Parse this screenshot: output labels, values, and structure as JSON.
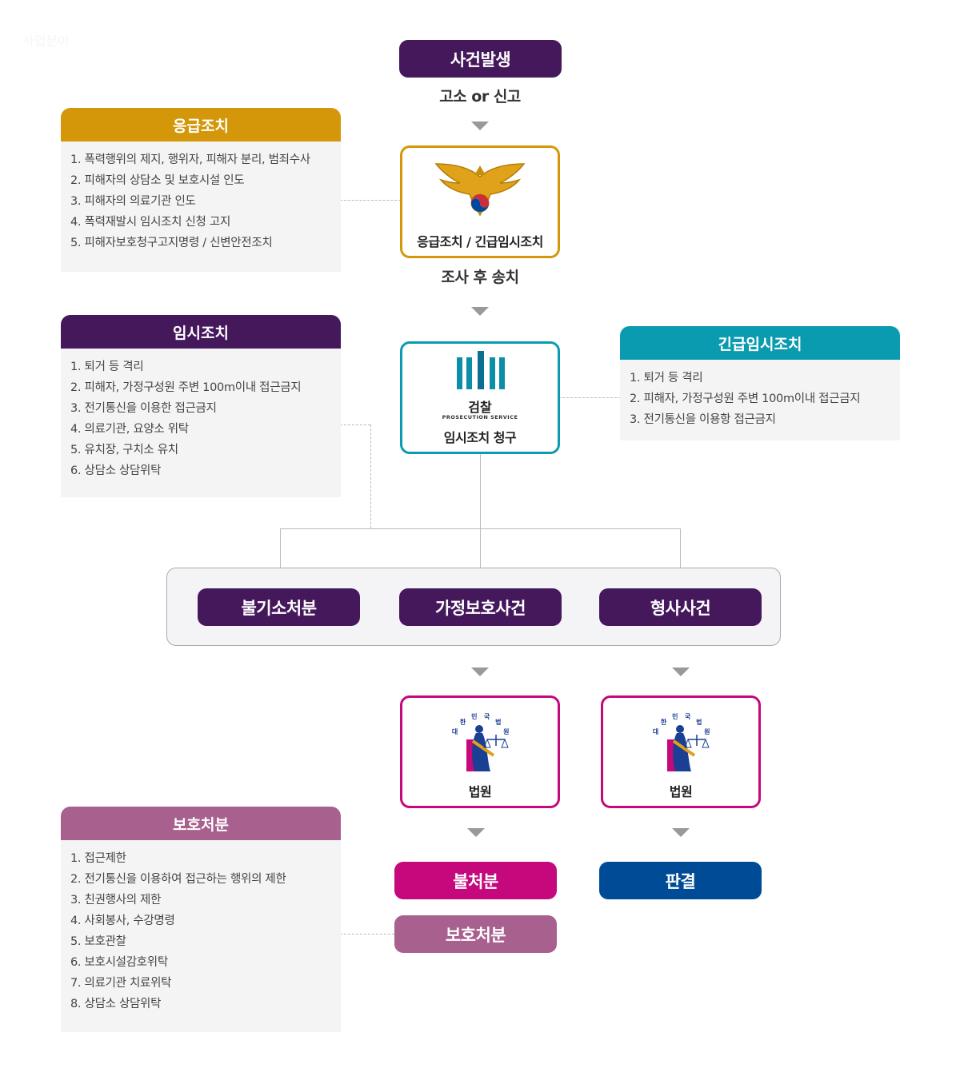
{
  "watermark": "사업분야",
  "flow": {
    "incident": "사건발생",
    "report_caption": "고소 or 신고",
    "police_label": "응급조치 / 긴급임시조치",
    "investigation_caption": "조사 후 송치",
    "prosecution_brand": "검찰",
    "prosecution_brand_en": "PROSECUTION SERVICE",
    "prosecution_label": "임시조치 청구",
    "outcomes": [
      "불기소처분",
      "가정보호사건",
      "형사사건"
    ],
    "court_label": "법원",
    "court_seal_text": "대한민국법원",
    "result_no_disposition": "불처분",
    "result_protective": "보호처분",
    "result_judgment": "판결"
  },
  "panels": {
    "emergency": {
      "title": "응급조치",
      "items": [
        "1. 폭력행위의 제지, 행위자, 피해자 분리, 범죄수사",
        "2. 피해자의 상담소 및 보호시설 인도",
        "3. 피해자의 의료기관 인도",
        "4. 폭력재발시 임시조치 신청 고지",
        "5. 피해자보호청구고지명령 / 신변안전조치"
      ]
    },
    "temporary": {
      "title": "임시조치",
      "items": [
        "1. 퇴거 등 격리",
        "2. 피해자, 가정구성원 주변 100m이내 접근금지",
        "3. 전기통신을 이용한 접근금지",
        "4. 의료기관, 요양소 위탁",
        "5. 유치장, 구치소 유치",
        "6. 상담소 상담위탁"
      ]
    },
    "urgent_temporary": {
      "title": "긴급임시조치",
      "items": [
        "1. 퇴거 등 격리",
        "2. 피해자, 가정구성원 주변 100m이내 접근금지",
        "3. 전기통신을 이용항 접근금지"
      ]
    },
    "protective": {
      "title": "보호처분",
      "items": [
        "1. 접근제한",
        "2. 전기통신을 이용하여 접근하는 행위의 제한",
        "3. 친권행사의 제한",
        "4. 사회봉사, 수강명령",
        "5. 보호관찰",
        "6. 보호시설감호위탁",
        "7. 의료기관 치료위탁",
        "8. 상담소 상담위탁"
      ]
    }
  },
  "colors": {
    "purple": "#45185c",
    "gold": "#d4970a",
    "teal": "#0b9bb0",
    "magenta": "#c5087c",
    "mauve": "#a8608f",
    "navy": "#004b96",
    "panel_bg": "#f4f4f4"
  },
  "icons": {
    "police": "police-eagle-emblem-icon",
    "prosecution": "prosecution-pillars-icon",
    "court": "court-justice-emblem-icon"
  }
}
